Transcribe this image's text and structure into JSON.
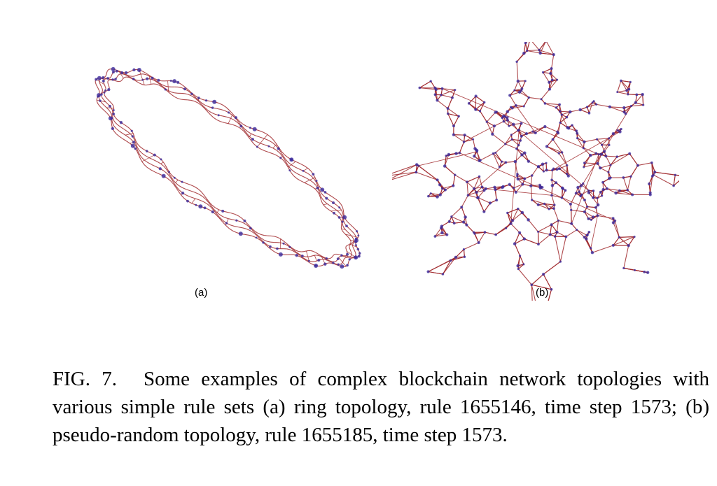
{
  "figure": {
    "panel_a": {
      "label": "(a)"
    },
    "panel_b": {
      "label": "(b)"
    },
    "caption": {
      "figure_number": "FIG. 7.",
      "text": "Some examples of complex blockchain network topologies with various simple rule sets (a) ring topology, rule 1655146, time step 1573; (b) pseudo-random topology, rule 1655185, time step 1573."
    },
    "colors": {
      "edge": "#a0282c",
      "node": "#3b2a9c"
    }
  }
}
